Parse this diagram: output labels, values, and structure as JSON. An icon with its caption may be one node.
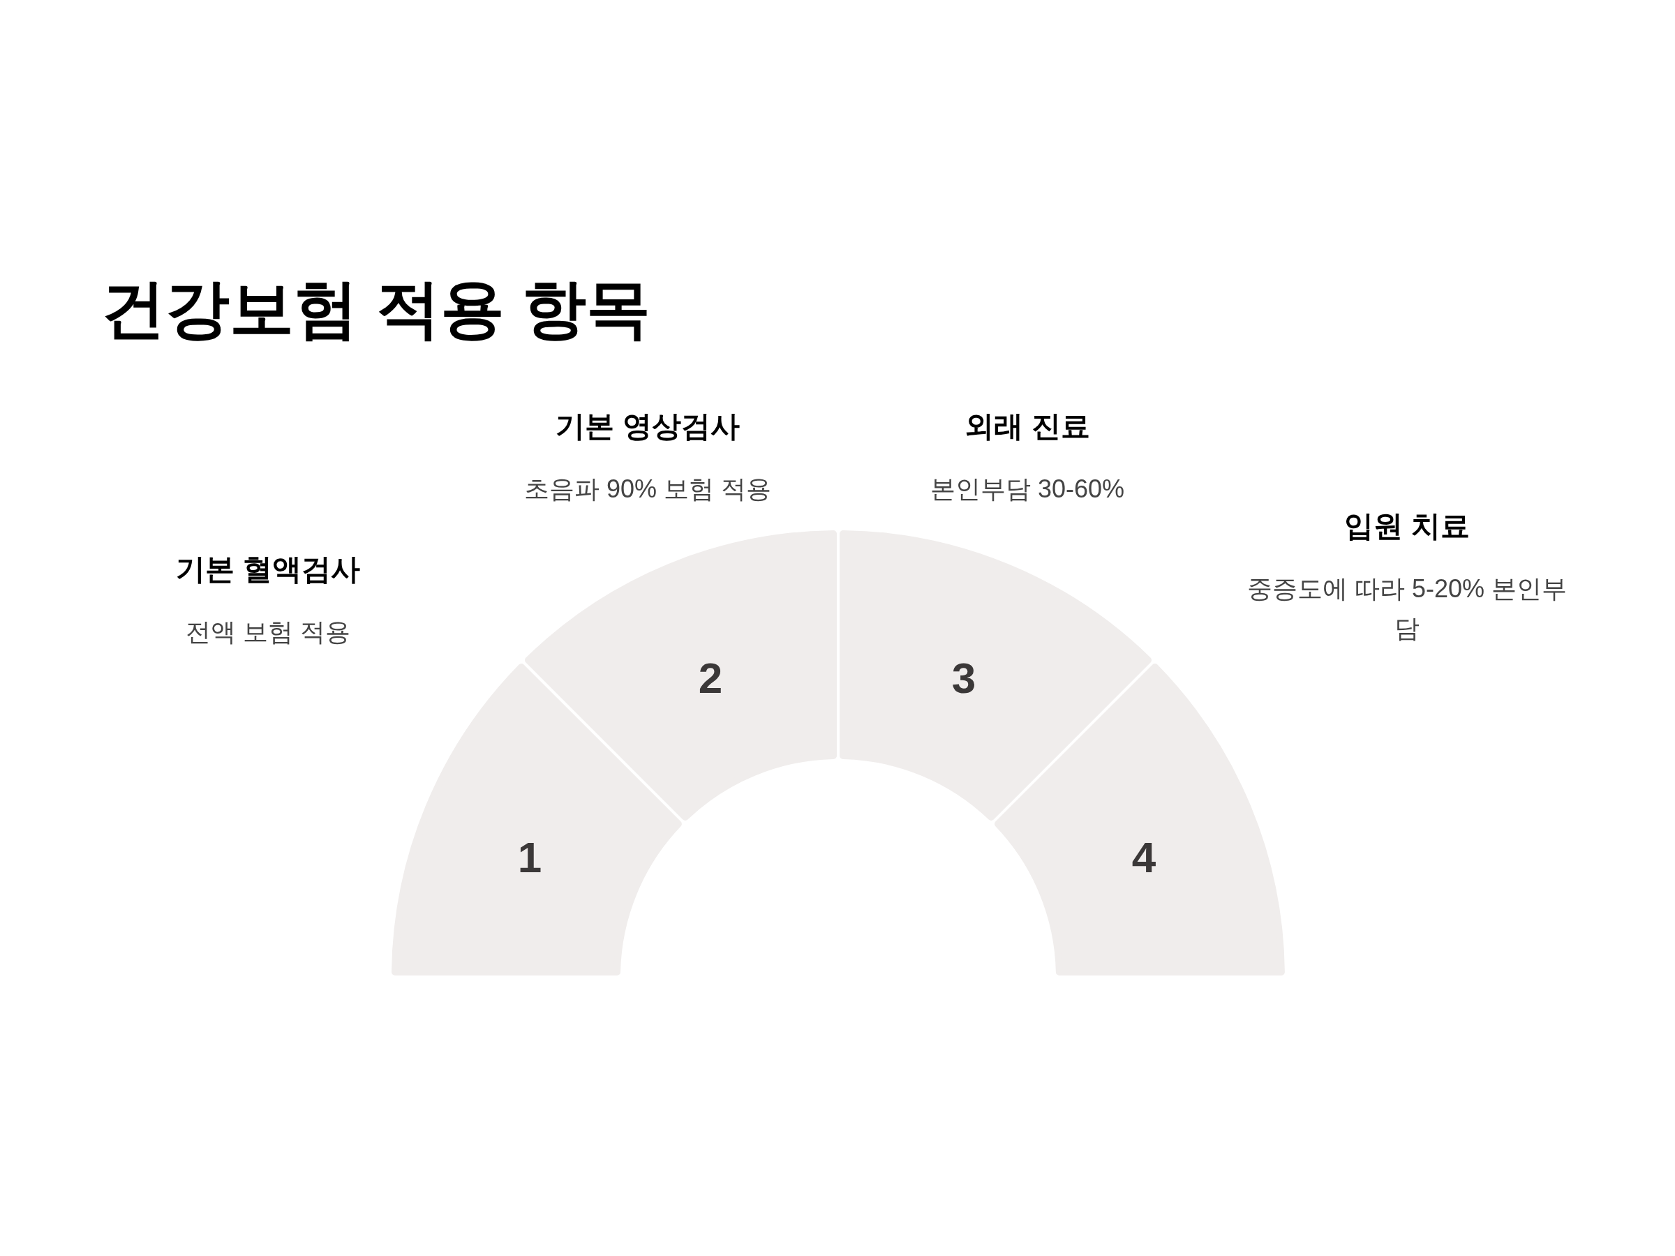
{
  "diagram": {
    "title": "건강보험 적용 항목",
    "nodes": [
      {
        "text": [
          "1"
        ],
        "beside": [
          "기본 혈액검사",
          "전액 보험 적용"
        ]
      },
      {
        "text": [
          "2"
        ],
        "beside": [
          "기본 영상검사",
          "초음파 90% 보험 적용"
        ]
      },
      {
        "text": [
          "3"
        ],
        "beside": [
          "외래 진료",
          "본인부담 30-60%"
        ]
      },
      {
        "text": [
          "4"
        ],
        "beside": [
          "입원 치료",
          "중증도에 따라 5-20% 본인부담"
        ]
      }
    ]
  }
}
